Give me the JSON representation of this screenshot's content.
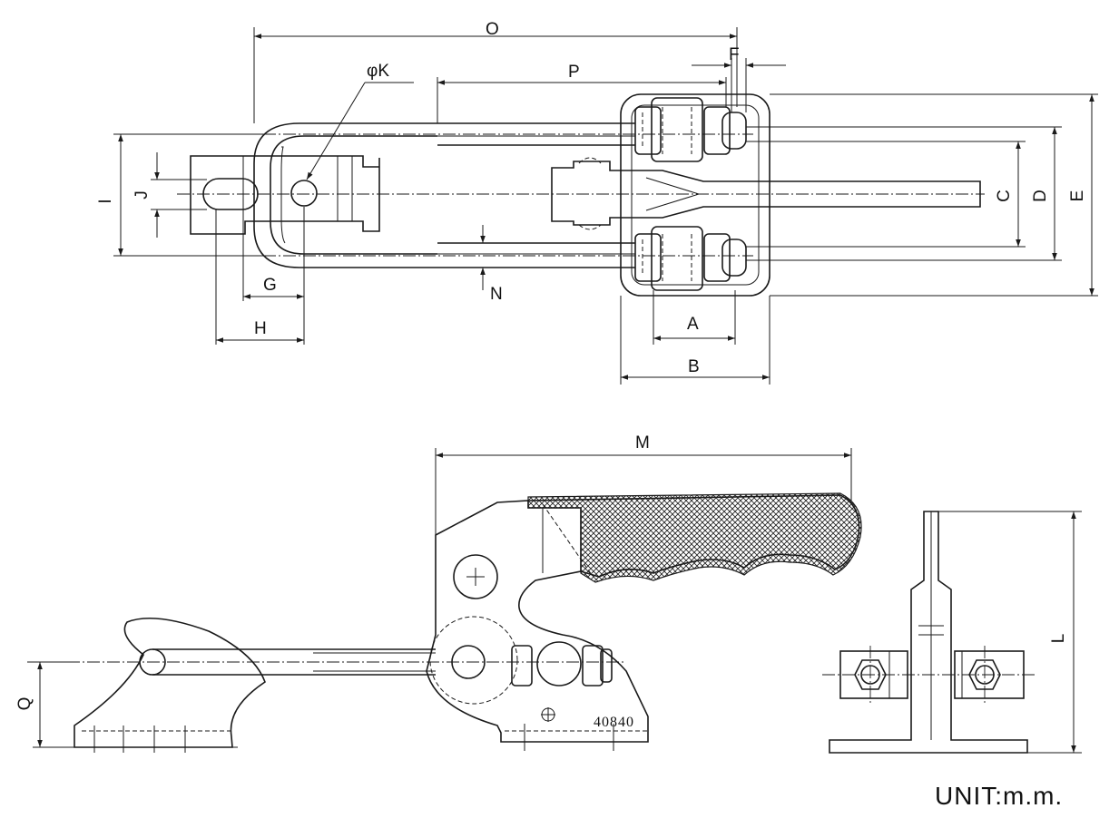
{
  "dimension_labels": {
    "O": "O",
    "P": "P",
    "F": "F",
    "K": "φK",
    "I": "I",
    "J": "J",
    "C": "C",
    "D": "D",
    "E": "E",
    "G": "G",
    "H": "H",
    "N": "N",
    "A": "A",
    "B": "B",
    "M": "M",
    "Q": "Q",
    "L": "L"
  },
  "part_number": "40840",
  "unit_note": "UNIT:m.m."
}
